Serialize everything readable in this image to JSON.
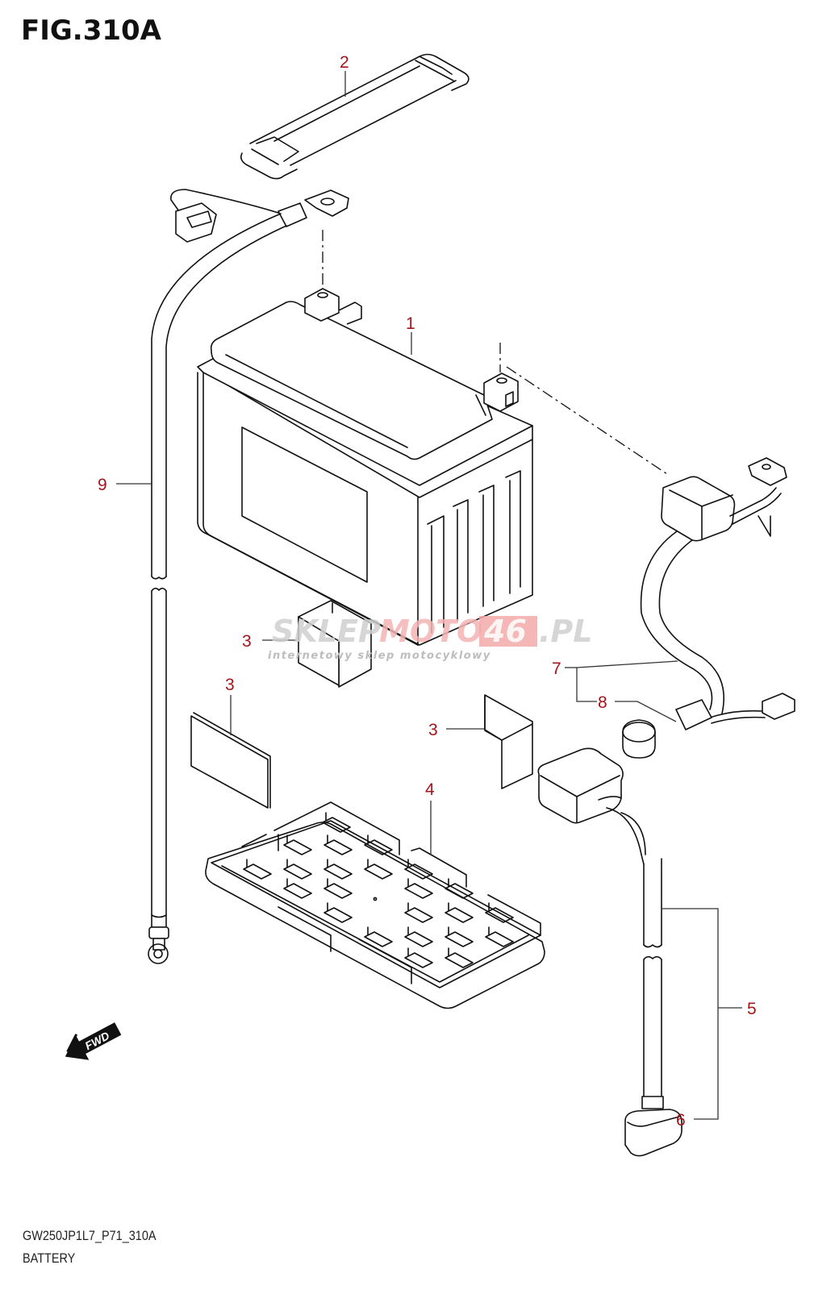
{
  "figure": {
    "title": "FIG.310A",
    "code": "GW250JP1L7_P71_310A",
    "name": "BATTERY"
  },
  "callouts": [
    {
      "id": "1",
      "label": "1",
      "part": "battery"
    },
    {
      "id": "2",
      "label": "2",
      "part": "battery-strap"
    },
    {
      "id": "3a",
      "label": "3",
      "part": "battery-cushion"
    },
    {
      "id": "3b",
      "label": "3",
      "part": "battery-cushion"
    },
    {
      "id": "3c",
      "label": "3",
      "part": "battery-cushion"
    },
    {
      "id": "4",
      "label": "4",
      "part": "battery-tray"
    },
    {
      "id": "5",
      "label": "5",
      "part": "starter-motor-lead-wire"
    },
    {
      "id": "6",
      "label": "6",
      "part": "terminal-cap"
    },
    {
      "id": "7",
      "label": "7",
      "part": "positive-battery-lead-wire"
    },
    {
      "id": "8",
      "label": "8",
      "part": "terminal-cap"
    },
    {
      "id": "9",
      "label": "9",
      "part": "negative-battery-lead-wire"
    }
  ],
  "fwd_arrow": {
    "label": "FWD"
  },
  "watermark": {
    "brand_gray_1": "SKLEP",
    "brand_red": "MOTO",
    "brand_number": "46",
    "brand_suffix": ".PL",
    "tagline": "internetowy sklep motocyklowy"
  },
  "colors": {
    "callout": "#a3151a",
    "lines": "#111111",
    "watermark_gray": "#cfcfcf",
    "watermark_red": "#f2a7a7"
  }
}
